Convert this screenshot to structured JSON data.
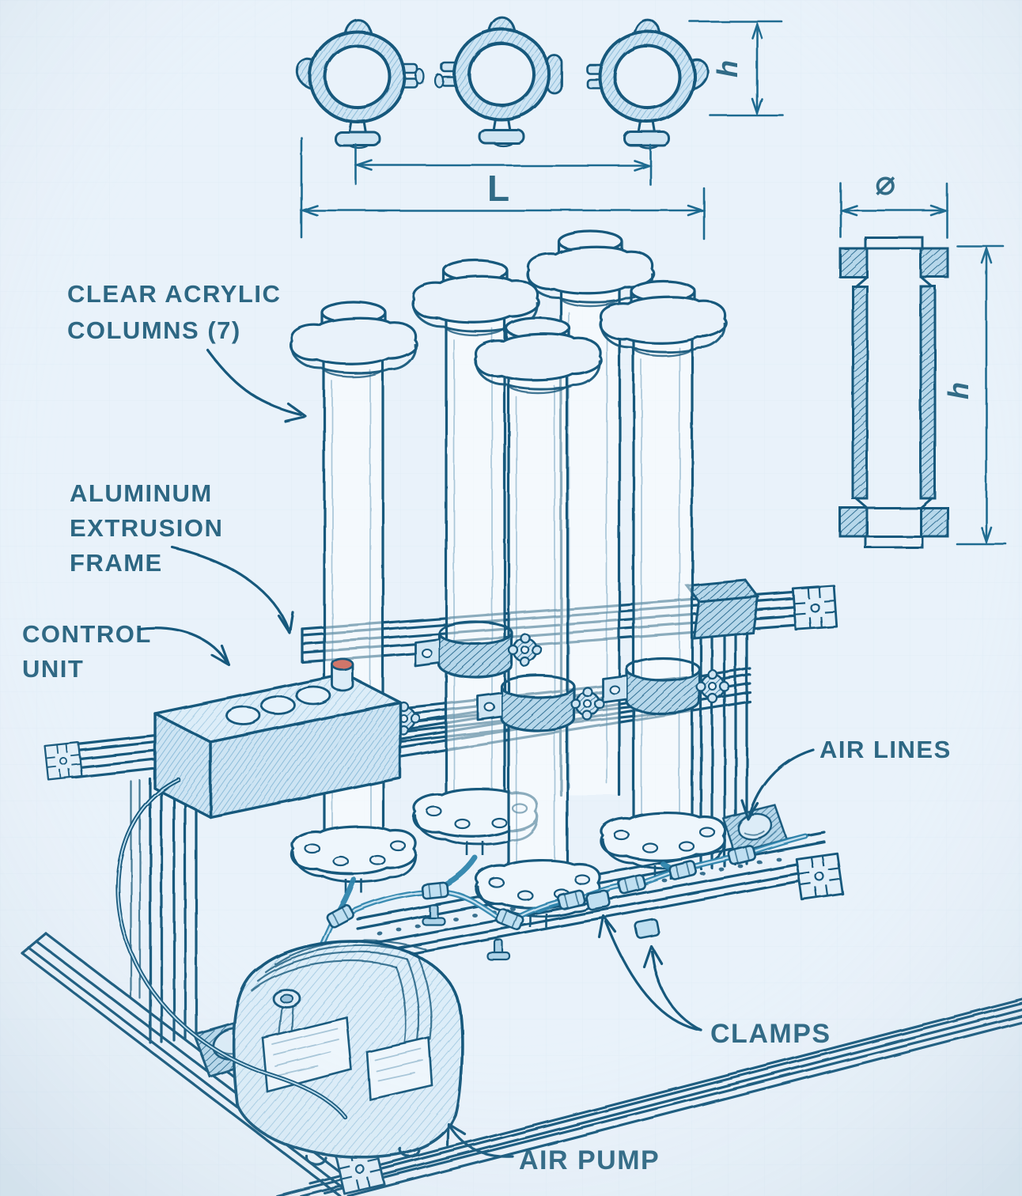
{
  "meta": {
    "kind": "hand-drawn engineering sketch",
    "subject": "acrylic column air-pump test rig on aluminum extrusion frame"
  },
  "colors": {
    "paper": "#e9f2fa",
    "ink": "#17587b",
    "ink_soft": "#5d93b4",
    "dimension": "#1e6a90",
    "tube_blue": "#2f85ad",
    "shade_light": "#cfe5f3",
    "shade_mid": "#a9cfe5",
    "knob_red": "#d0766b"
  },
  "labels": {
    "columns": {
      "lines": [
        "CLEAR ACRYLIC",
        "COLUMNS (7)"
      ]
    },
    "frame": {
      "lines": [
        "ALUMINUM",
        "EXTRUSION",
        "FRAME"
      ]
    },
    "control": {
      "lines": [
        "CONTROL",
        "UNIT"
      ]
    },
    "air_lines": {
      "text": "AIR LINES"
    },
    "clamps": {
      "text": "CLAMPS"
    },
    "air_pump": {
      "text": "AIR PUMP"
    }
  },
  "dimensions": {
    "clamp_height": "h",
    "overall_length": "L",
    "column_diameter": "⌀",
    "column_height": "h"
  },
  "counts": {
    "acrylic_columns_total": 7,
    "columns_drawn": 5,
    "clamp_top_views": 3
  }
}
